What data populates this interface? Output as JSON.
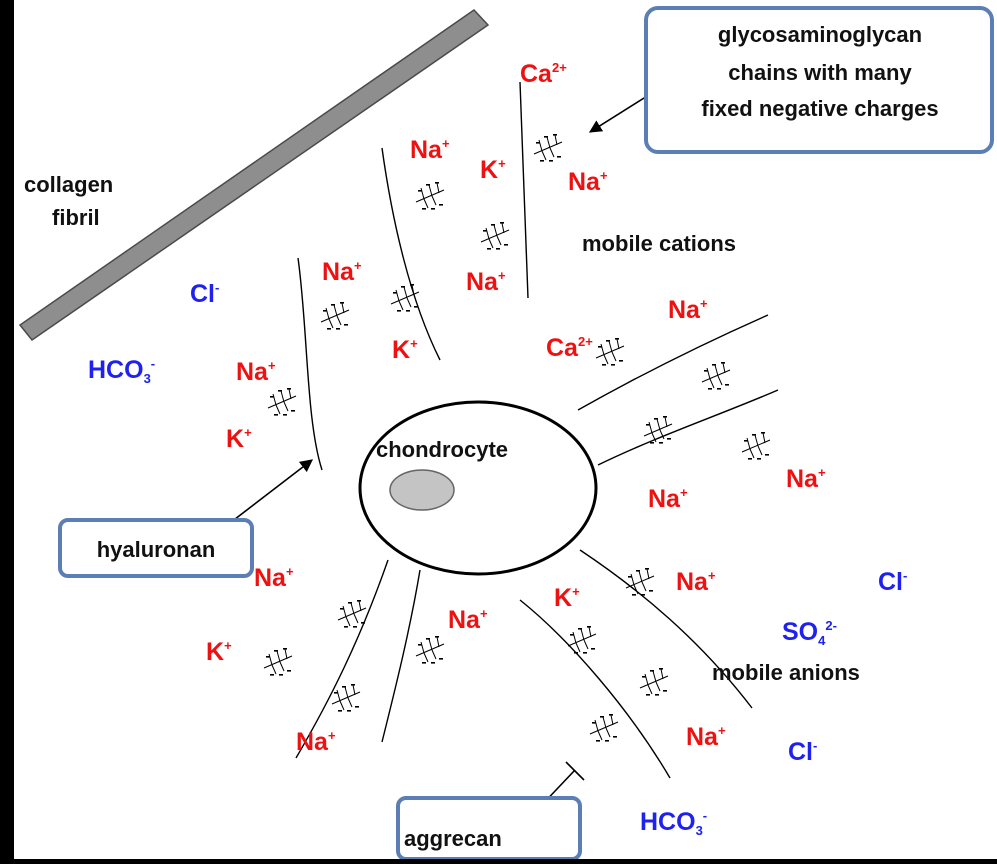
{
  "colors": {
    "cation": "#ee1111",
    "anion": "#1f22ee",
    "label": "#111111",
    "callout_border": "#5b7fb5",
    "collagen": "#8e8e8e",
    "nucleus": "#c4c4c4"
  },
  "labels": {
    "collagen_line1": "collagen",
    "collagen_line2": "fibril",
    "gag_line1": "glycosaminoglycan",
    "gag_line2": "chains with many",
    "gag_line3": "fixed negative charges",
    "mobile_cations": "mobile cations",
    "mobile_anions": "mobile anions",
    "chondrocyte": "chondrocyte",
    "hyaluronan": "hyaluronan",
    "aggrecan": "aggrecan"
  },
  "ions": {
    "ca_top": {
      "base": "Ca",
      "sup": "2+"
    },
    "na_1": {
      "base": "Na",
      "sup": "+"
    },
    "k_1": {
      "base": "K",
      "sup": "+"
    },
    "na_2": {
      "base": "Na",
      "sup": "+"
    },
    "na_3": {
      "base": "Na",
      "sup": "+"
    },
    "na_4": {
      "base": "Na",
      "sup": "+"
    },
    "cl_1": {
      "base": "Cl",
      "sup": "-"
    },
    "na_5": {
      "base": "Na",
      "sup": "+"
    },
    "ca_mid": {
      "base": "Ca",
      "sup": "2+"
    },
    "k_2": {
      "base": "K",
      "sup": "+"
    },
    "hco3_1": {
      "base": "HCO",
      "sub": "3",
      "sup": "-"
    },
    "na_6": {
      "base": "Na",
      "sup": "+"
    },
    "k_3": {
      "base": "K",
      "sup": "+"
    },
    "na_7": {
      "base": "Na",
      "sup": "+"
    },
    "na_8": {
      "base": "Na",
      "sup": "+"
    },
    "na_9": {
      "base": "Na",
      "sup": "+"
    },
    "k_4": {
      "base": "K",
      "sup": "+"
    },
    "na_10": {
      "base": "Na",
      "sup": "+"
    },
    "cl_2": {
      "base": "Cl",
      "sup": "-"
    },
    "na_11": {
      "base": "Na",
      "sup": "+"
    },
    "so4": {
      "base": "SO",
      "sub": "4",
      "sup": "2-"
    },
    "k_5": {
      "base": "K",
      "sup": "+"
    },
    "na_12": {
      "base": "Na",
      "sup": "+"
    },
    "na_13": {
      "base": "Na",
      "sup": "+"
    },
    "cl_3": {
      "base": "Cl",
      "sup": "-"
    },
    "hco3_2": {
      "base": "HCO",
      "sub": "3",
      "sup": "-"
    }
  }
}
